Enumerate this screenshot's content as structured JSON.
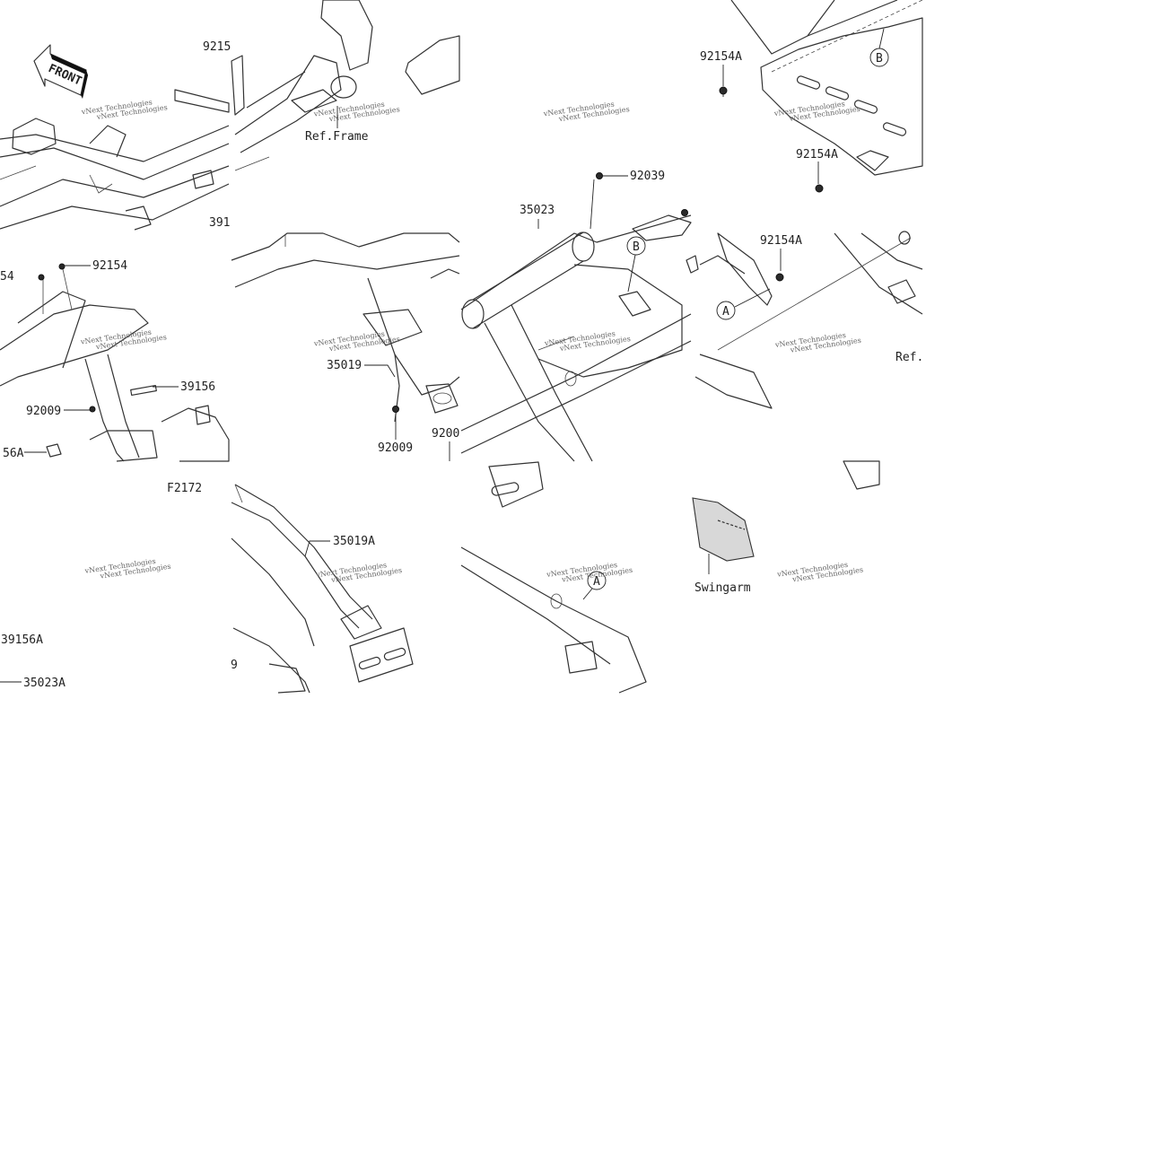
{
  "labels": {
    "frame_ref": "Ref.Frame",
    "ref_partial": "Ref.",
    "p92154_topcut": "9215",
    "p391_cut": "391",
    "p54_cut": "54",
    "p92154": "92154",
    "p39156": "39156",
    "p92009_left": "92009",
    "p56A_cut": "56A",
    "p35019": "35019",
    "p92009_mid": "92009",
    "p9200_cut": "9200",
    "p92039": "92039",
    "p35023": "35023",
    "p92154A_a": "92154A",
    "p92154A_b": "92154A",
    "p92154A_c": "92154A",
    "code": "F2172",
    "p35019A": "35019A",
    "p9_cut": "9",
    "p39156A": "39156A",
    "p35023A": "35023A",
    "swingarm": "Swingarm",
    "callout_a1": "A",
    "callout_a2": "A",
    "callout_b1": "B",
    "callout_b2": "B"
  },
  "front_sign": "FRONT",
  "watermark": {
    "line1": "vNext Technologies",
    "line2": "vNext Technologies"
  }
}
